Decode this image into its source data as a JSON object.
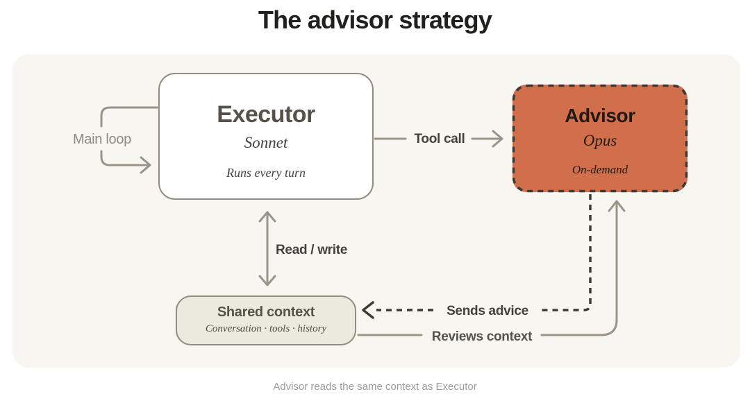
{
  "title": "The advisor strategy",
  "caption": "Advisor reads the same context as Executor",
  "nodes": {
    "executor": {
      "title": "Executor",
      "model": "Sonnet",
      "note": "Runs every turn"
    },
    "advisor": {
      "title": "Advisor",
      "model": "Opus",
      "note": "On-demand"
    },
    "shared_context": {
      "title": "Shared context",
      "subtitle": "Conversation · tools · history"
    }
  },
  "edges": {
    "main_loop": "Main loop",
    "tool_call": "Tool call",
    "read_write": "Read / write",
    "sends_advice": "Sends advice",
    "reviews_context": "Reviews context"
  },
  "colors": {
    "panel_bg": "#f8f6f0",
    "advisor_fill": "#d16f4c",
    "shared_fill": "#ece9df",
    "line_gray": "#99948a",
    "dash_dark": "#3c3a36",
    "border_gray": "#918d82"
  }
}
